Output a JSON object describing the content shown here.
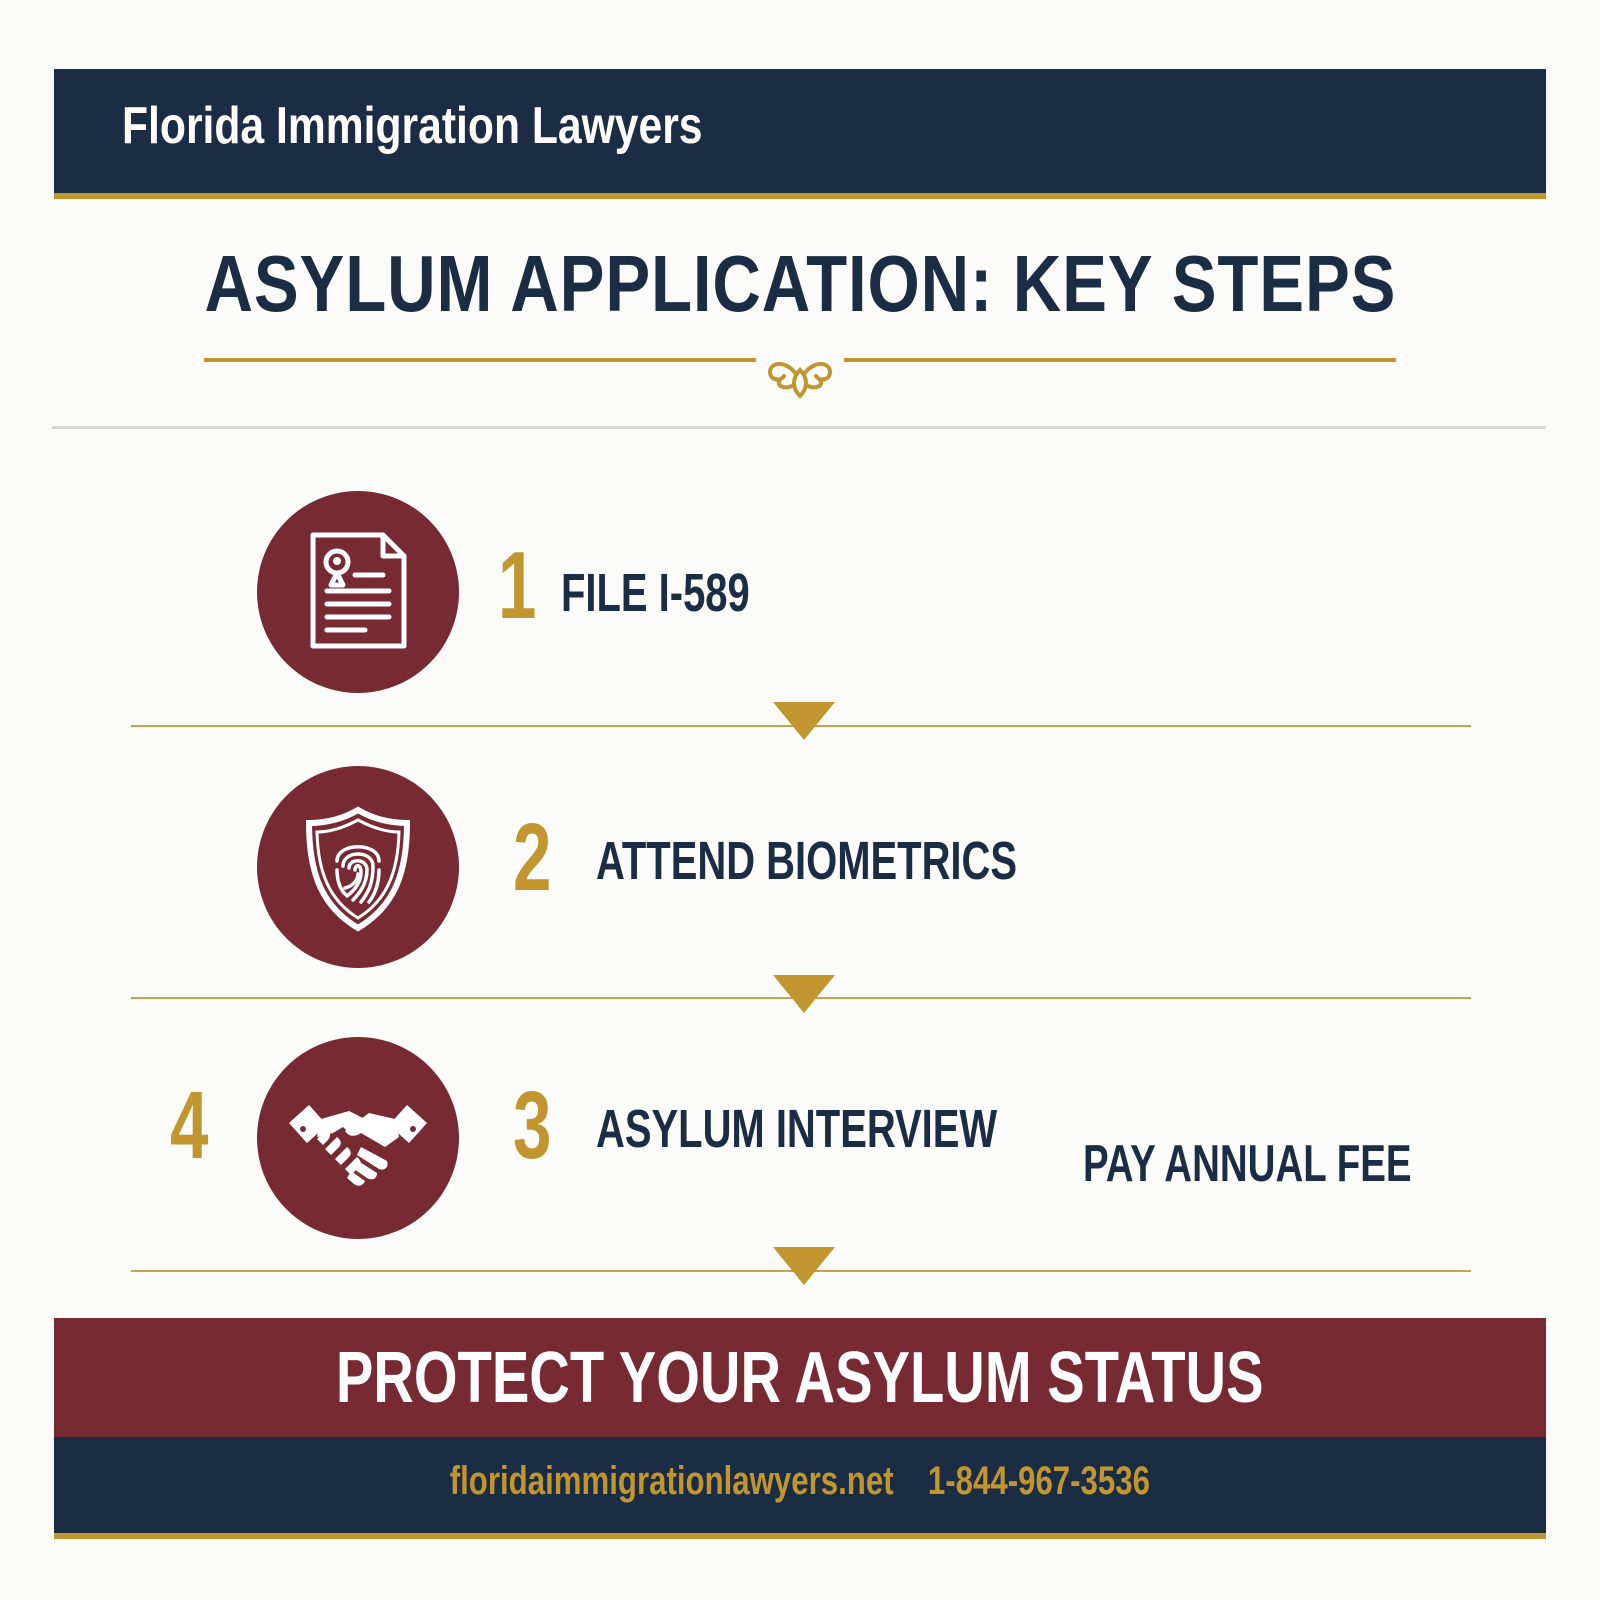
{
  "header": {
    "brand": "Florida Immigration Lawyers"
  },
  "title": "ASYLUM APPLICATION: KEY STEPS",
  "steps": [
    {
      "number": "1",
      "label": "FILE I-589",
      "icon": "document-icon"
    },
    {
      "number": "2",
      "label": "ATTEND BIOMETRICS",
      "icon": "fingerprint-shield-icon"
    },
    {
      "number": "3",
      "label": "ASYLUM INTERVIEW",
      "icon": "handshake-icon"
    },
    {
      "number": "4",
      "label": "PAY ANNUAL FEE"
    }
  ],
  "cta": {
    "text": "PROTECT YOUR ASYLUM STATUS"
  },
  "footer": {
    "website": "floridaimmigrationlawyers.net",
    "phone": "1-844-967-3536"
  },
  "colors": {
    "navy": "#1b2c45",
    "gold": "#c1962f",
    "maroon": "#782a33"
  }
}
